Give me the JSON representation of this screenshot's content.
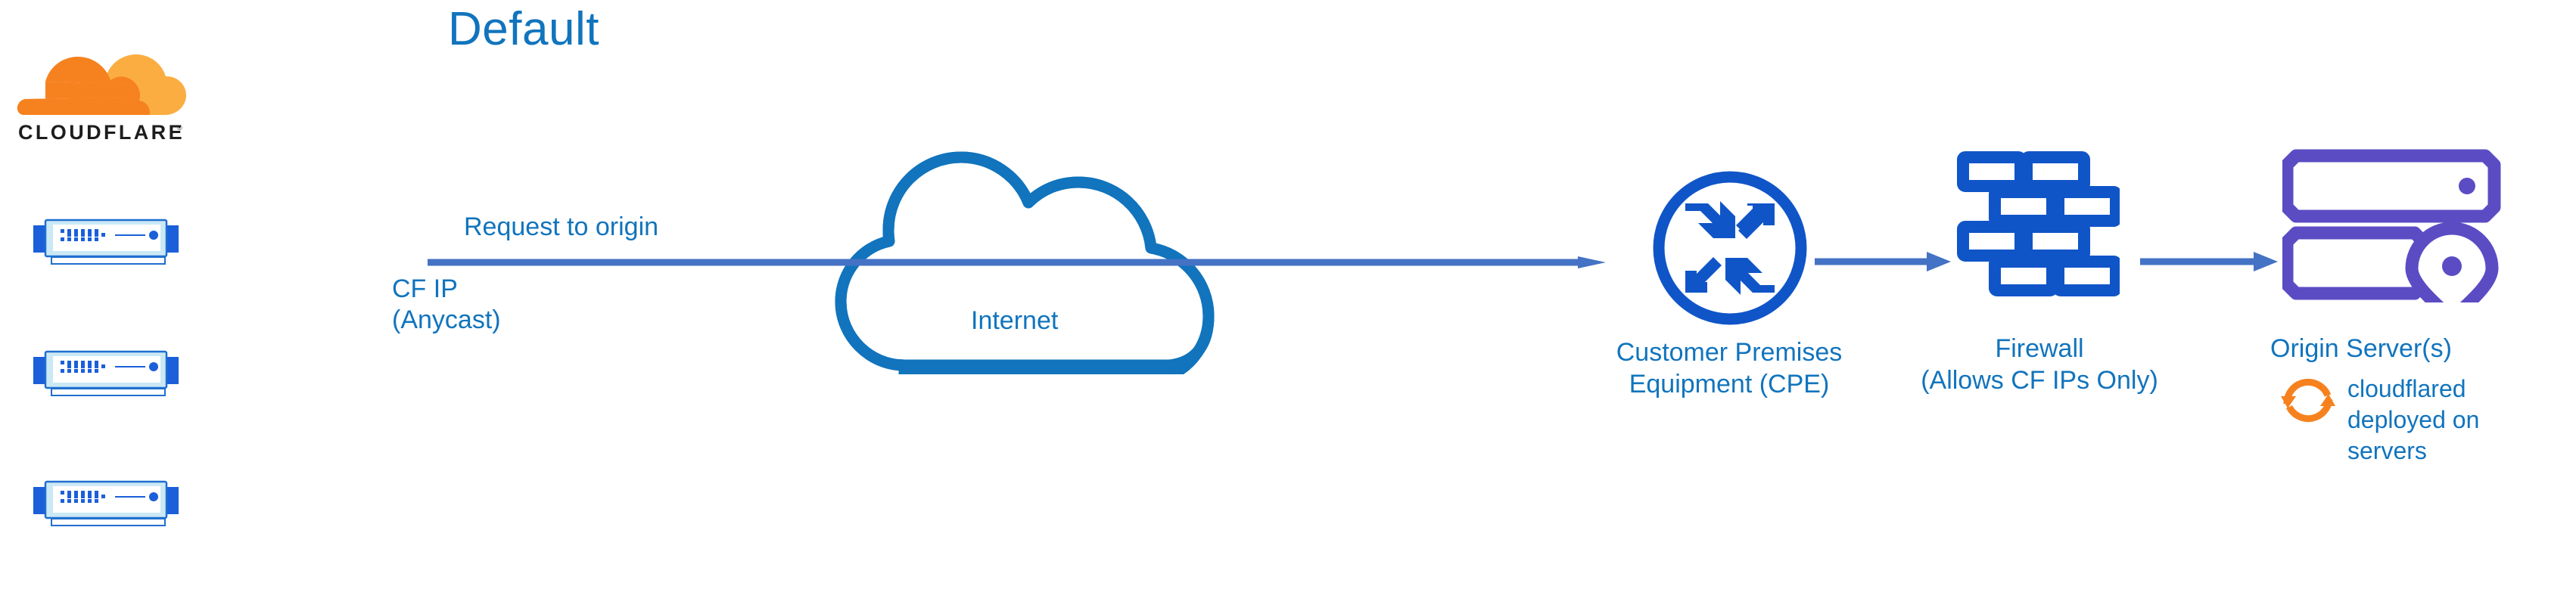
{
  "title": "Default",
  "colors": {
    "accent_blue": "#1174BD",
    "icon_blue": "#1055C8",
    "line_blue": "#4472C4",
    "server_body": "#D4ECF7",
    "server_tab": "#1B5FD9",
    "server_border": "#1F6FD0",
    "origin_purple": "#5B4CC4",
    "cloudflare_orange": "#F6821F",
    "cloudflare_orange_light": "#FBAD41",
    "wordmark_black": "#1D1D1D"
  },
  "brand": {
    "logo_name": "cloudflare-logo",
    "wordmark": "CLOUDFLARE",
    "registered_mark": "®"
  },
  "servers": [
    {
      "name": "cloudflare-server-1"
    },
    {
      "name": "cloudflare-server-2"
    },
    {
      "name": "cloudflare-server-3"
    }
  ],
  "flow": {
    "request_label": "Request to origin",
    "cf_ip_label": "CF IP\n(Anycast)",
    "internet_label": "Internet"
  },
  "nodes": {
    "cpe": {
      "label": "Customer Premises\nEquipment (CPE)",
      "icon": "router-icon"
    },
    "firewall": {
      "label": "Firewall\n(Allows CF IPs Only)",
      "icon": "brick-wall-icon"
    },
    "origin": {
      "label": "Origin Server(s)",
      "icon": "server-rack-pin-icon"
    },
    "cloudflared": {
      "label": "cloudflared\ndeployed on\nservers",
      "icon": "sync-arrows-icon"
    }
  }
}
